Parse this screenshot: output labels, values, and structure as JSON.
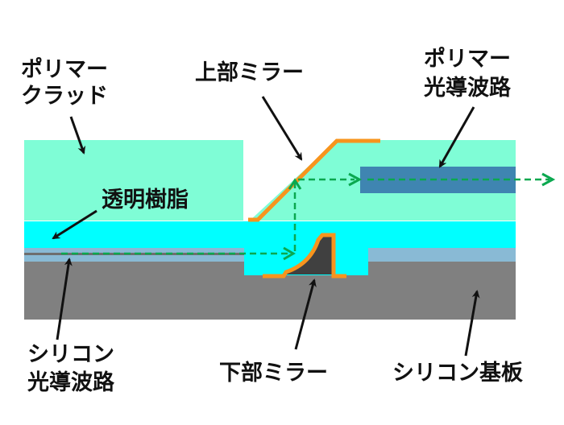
{
  "labels": {
    "polymer_clad_line1": "ポリマー",
    "polymer_clad_line2": "クラッド",
    "upper_mirror": "上部ミラー",
    "polymer_waveguide_line1": "ポリマー",
    "polymer_waveguide_line2": "光導波路",
    "transparent_resin": "透明樹脂",
    "silicon_waveguide_line1": "シリコン",
    "silicon_waveguide_line2": "光導波路",
    "lower_mirror": "下部ミラー",
    "silicon_substrate": "シリコン基板"
  },
  "colors": {
    "polymer_clad": "#7ffdd6",
    "transparent_resin": "#00ffff",
    "box_layer": "#89bad5",
    "silicon_substrate": "#808080",
    "silicon_waveguide": "#6e6e6e",
    "polymer_waveguide": "#3f85b1",
    "mirror": "#f7941d",
    "lower_mirror_body": "#404040",
    "light_path": "#0aa84f",
    "arrow": "#111111"
  }
}
